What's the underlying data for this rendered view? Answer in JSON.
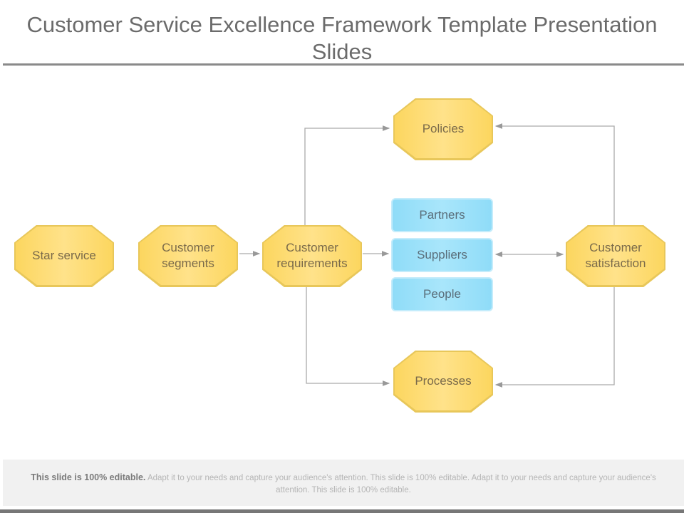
{
  "title": "Customer Service Excellence Framework Template Presentation Slides",
  "nodes": {
    "star_service": "Star service",
    "customer_segments": "Customer segments",
    "customer_requirements": "Customer requirements",
    "policies": "Policies",
    "processes": "Processes",
    "customer_satisfaction": "Customer satisfaction"
  },
  "boxes": [
    "Partners",
    "Suppliers",
    "People"
  ],
  "footer": {
    "bold": "This slide is 100% editable.",
    "text": " Adapt it to your needs and capture your audience's attention. This slide is 100% editable. Adapt it to your needs and capture your audience's attention. This slide is 100% editable."
  }
}
